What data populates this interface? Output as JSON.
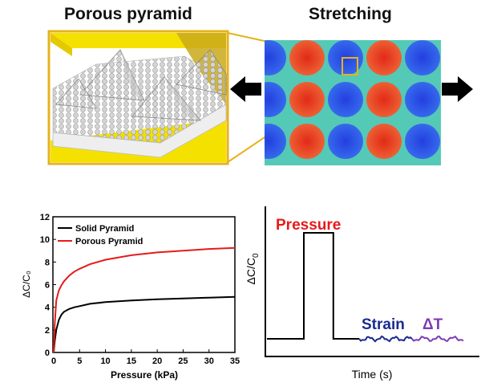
{
  "panels": {
    "left_title": "Porous pyramid",
    "right_title": "Stretching"
  },
  "colors": {
    "yellow": "#f5e100",
    "frame": "#e7b21a",
    "arrow": "#000000",
    "map_bg": "#58cfa9",
    "map_blue": "#2f52ea",
    "map_red": "#ea3a26",
    "solid_series": "#000000",
    "porous_series": "#e51b1b",
    "pressure_text": "#e51b1b",
    "strain": "#1a2b8f",
    "delta_t": "#7e3cb5"
  },
  "chart_data": [
    {
      "type": "line",
      "xlabel": "Pressure (kPa)",
      "ylabel": "ΔC/C₀",
      "xlim": [
        0,
        35
      ],
      "ylim": [
        0,
        12
      ],
      "xticks": [
        0,
        5,
        10,
        15,
        20,
        25,
        30,
        35
      ],
      "yticks": [
        0,
        2,
        4,
        6,
        8,
        10,
        12
      ],
      "legend_position": "top-left",
      "series": [
        {
          "name": "Solid Pyramid",
          "x": [
            0,
            0.2,
            0.5,
            1,
            1.5,
            2,
            3,
            4,
            5,
            7,
            10,
            15,
            20,
            25,
            30,
            35
          ],
          "y": [
            0,
            1.0,
            2.0,
            2.9,
            3.35,
            3.6,
            3.85,
            4.0,
            4.1,
            4.3,
            4.45,
            4.6,
            4.7,
            4.78,
            4.85,
            4.92
          ]
        },
        {
          "name": "Porous Pyramid",
          "x": [
            0,
            0.2,
            0.5,
            1,
            1.5,
            2,
            3,
            4,
            5,
            7,
            10,
            15,
            20,
            25,
            30,
            35
          ],
          "y": [
            0,
            2.5,
            4.6,
            5.5,
            5.95,
            6.3,
            6.8,
            7.15,
            7.4,
            7.8,
            8.2,
            8.6,
            8.85,
            9.0,
            9.15,
            9.25
          ]
        }
      ]
    },
    {
      "type": "line",
      "xlabel": "Time (s)",
      "ylabel": "ΔC/C0",
      "annotations": [
        "Pressure",
        "Strain",
        "ΔT"
      ],
      "series": [
        {
          "x": [
            0,
            0.2,
            0.2,
            0.36,
            0.36,
            0.5
          ],
          "y": [
            0.1,
            0.1,
            1.0,
            1.0,
            0.1,
            0.1
          ]
        }
      ]
    }
  ]
}
